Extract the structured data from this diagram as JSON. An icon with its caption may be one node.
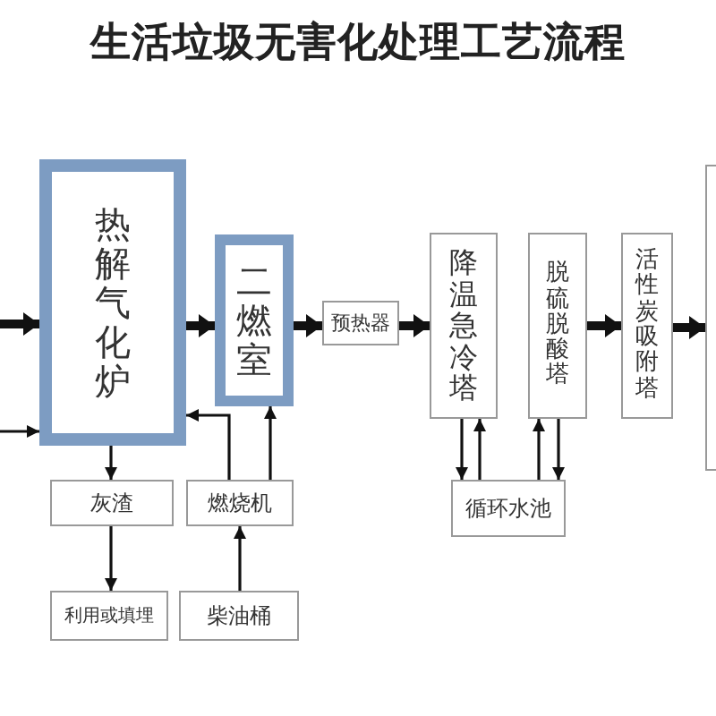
{
  "diagram": {
    "title": "生活垃圾无害化处理工艺流程",
    "nodes": [
      {
        "text": [
          "热解气化炉"
        ]
      },
      {
        "text": [
          "二燃室"
        ]
      },
      {
        "text": [
          "预热器"
        ]
      },
      {
        "text": [
          "降温急冷塔"
        ]
      },
      {
        "text": [
          "脱硫脱酸塔"
        ]
      },
      {
        "text": [
          "活性炭吸附塔"
        ]
      },
      {
        "text": [],
        "shape": "box"
      },
      {
        "text": [
          "循环水池"
        ]
      },
      {
        "text": [
          "灰渣"
        ]
      },
      {
        "text": [
          "燃烧机"
        ]
      },
      {
        "text": [
          "利用或填埋"
        ]
      },
      {
        "text": [
          "柴油桶"
        ]
      }
    ],
    "edges": [
      {
        "from": null,
        "to": 0,
        "arrow": "to",
        "style": "thick"
      },
      {
        "from": null,
        "to": 0,
        "arrow": "to"
      },
      {
        "from": 0,
        "to": 1,
        "arrow": "to",
        "style": "thick"
      },
      {
        "from": 1,
        "to": 2,
        "arrow": "to",
        "style": "thick"
      },
      {
        "from": 2,
        "to": 3,
        "arrow": "to",
        "style": "thick"
      },
      {
        "from": 4,
        "to": 5,
        "arrow": "to",
        "style": "thick"
      },
      {
        "from": 5,
        "to": 6,
        "arrow": "to",
        "style": "thick"
      },
      {
        "from": 3,
        "to": 7,
        "arrow": "to"
      },
      {
        "from": 7,
        "to": 3,
        "arrow": "to"
      },
      {
        "from": 7,
        "to": 4,
        "arrow": "to"
      },
      {
        "from": 4,
        "to": 7,
        "arrow": "to"
      },
      {
        "from": 0,
        "to": 8,
        "arrow": "to"
      },
      {
        "from": 9,
        "to": 0,
        "arrow": "to"
      },
      {
        "from": 9,
        "to": 1,
        "arrow": "to"
      },
      {
        "from": 8,
        "to": 10,
        "arrow": "to"
      },
      {
        "from": 11,
        "to": 9,
        "arrow": "to"
      }
    ]
  }
}
